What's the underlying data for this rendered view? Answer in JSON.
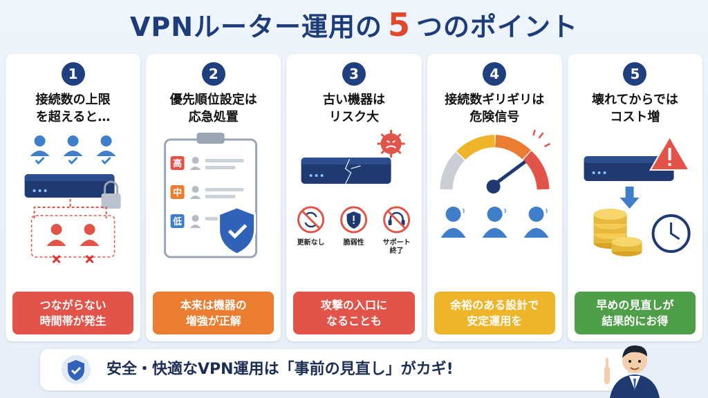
{
  "title": {
    "before": "VPNルーター運用の",
    "number": "5",
    "after": "つのポイント"
  },
  "cards": [
    {
      "number": "1",
      "title": "接続数の上限\nを超えると…",
      "banner": "つながらない\n時間帯が発生",
      "banner_color": "#e2544a"
    },
    {
      "number": "2",
      "title": "優先順位設定は\n応急処置",
      "banner": "本来は機器の\n増強が正解",
      "banner_color": "#ea7d2f",
      "priority_labels": [
        "高",
        "中",
        "低"
      ]
    },
    {
      "number": "3",
      "title": "古い機器は\nリスク大",
      "banner": "攻撃の入口に\nなることも",
      "banner_color": "#e2544a",
      "risk_labels": [
        "更新なし",
        "脆弱性",
        "サポート",
        "終了"
      ]
    },
    {
      "number": "4",
      "title": "接続数ギリギリは\n危険信号",
      "banner": "余裕のある設計で\n安定運用を",
      "banner_color": "#eeb52a"
    },
    {
      "number": "5",
      "title": "壊れてからでは\nコスト増",
      "banner": "早めの見直しが\n結果的にお得",
      "banner_color": "#4f9f4a"
    }
  ],
  "footer": {
    "text": "安全・快適なVPN運用は「事前の見直し」がカギ!"
  },
  "colors": {
    "navy": "#1f3f7e",
    "red": "#e2544a",
    "orange": "#ea7d2f",
    "yellow": "#eeb52a",
    "green": "#4f9f4a",
    "blue": "#3f7fc9"
  },
  "icons": [
    "user-check-icon",
    "router-icon",
    "lock-icon",
    "user-x-icon",
    "clipboard-icon",
    "shield-check-icon",
    "virus-icon",
    "no-update-icon",
    "vulnerability-icon",
    "support-end-icon",
    "gauge-icon",
    "worried-user-icon",
    "warning-icon",
    "arrow-down-icon",
    "coins-icon",
    "clock-icon",
    "businessman-icon"
  ]
}
